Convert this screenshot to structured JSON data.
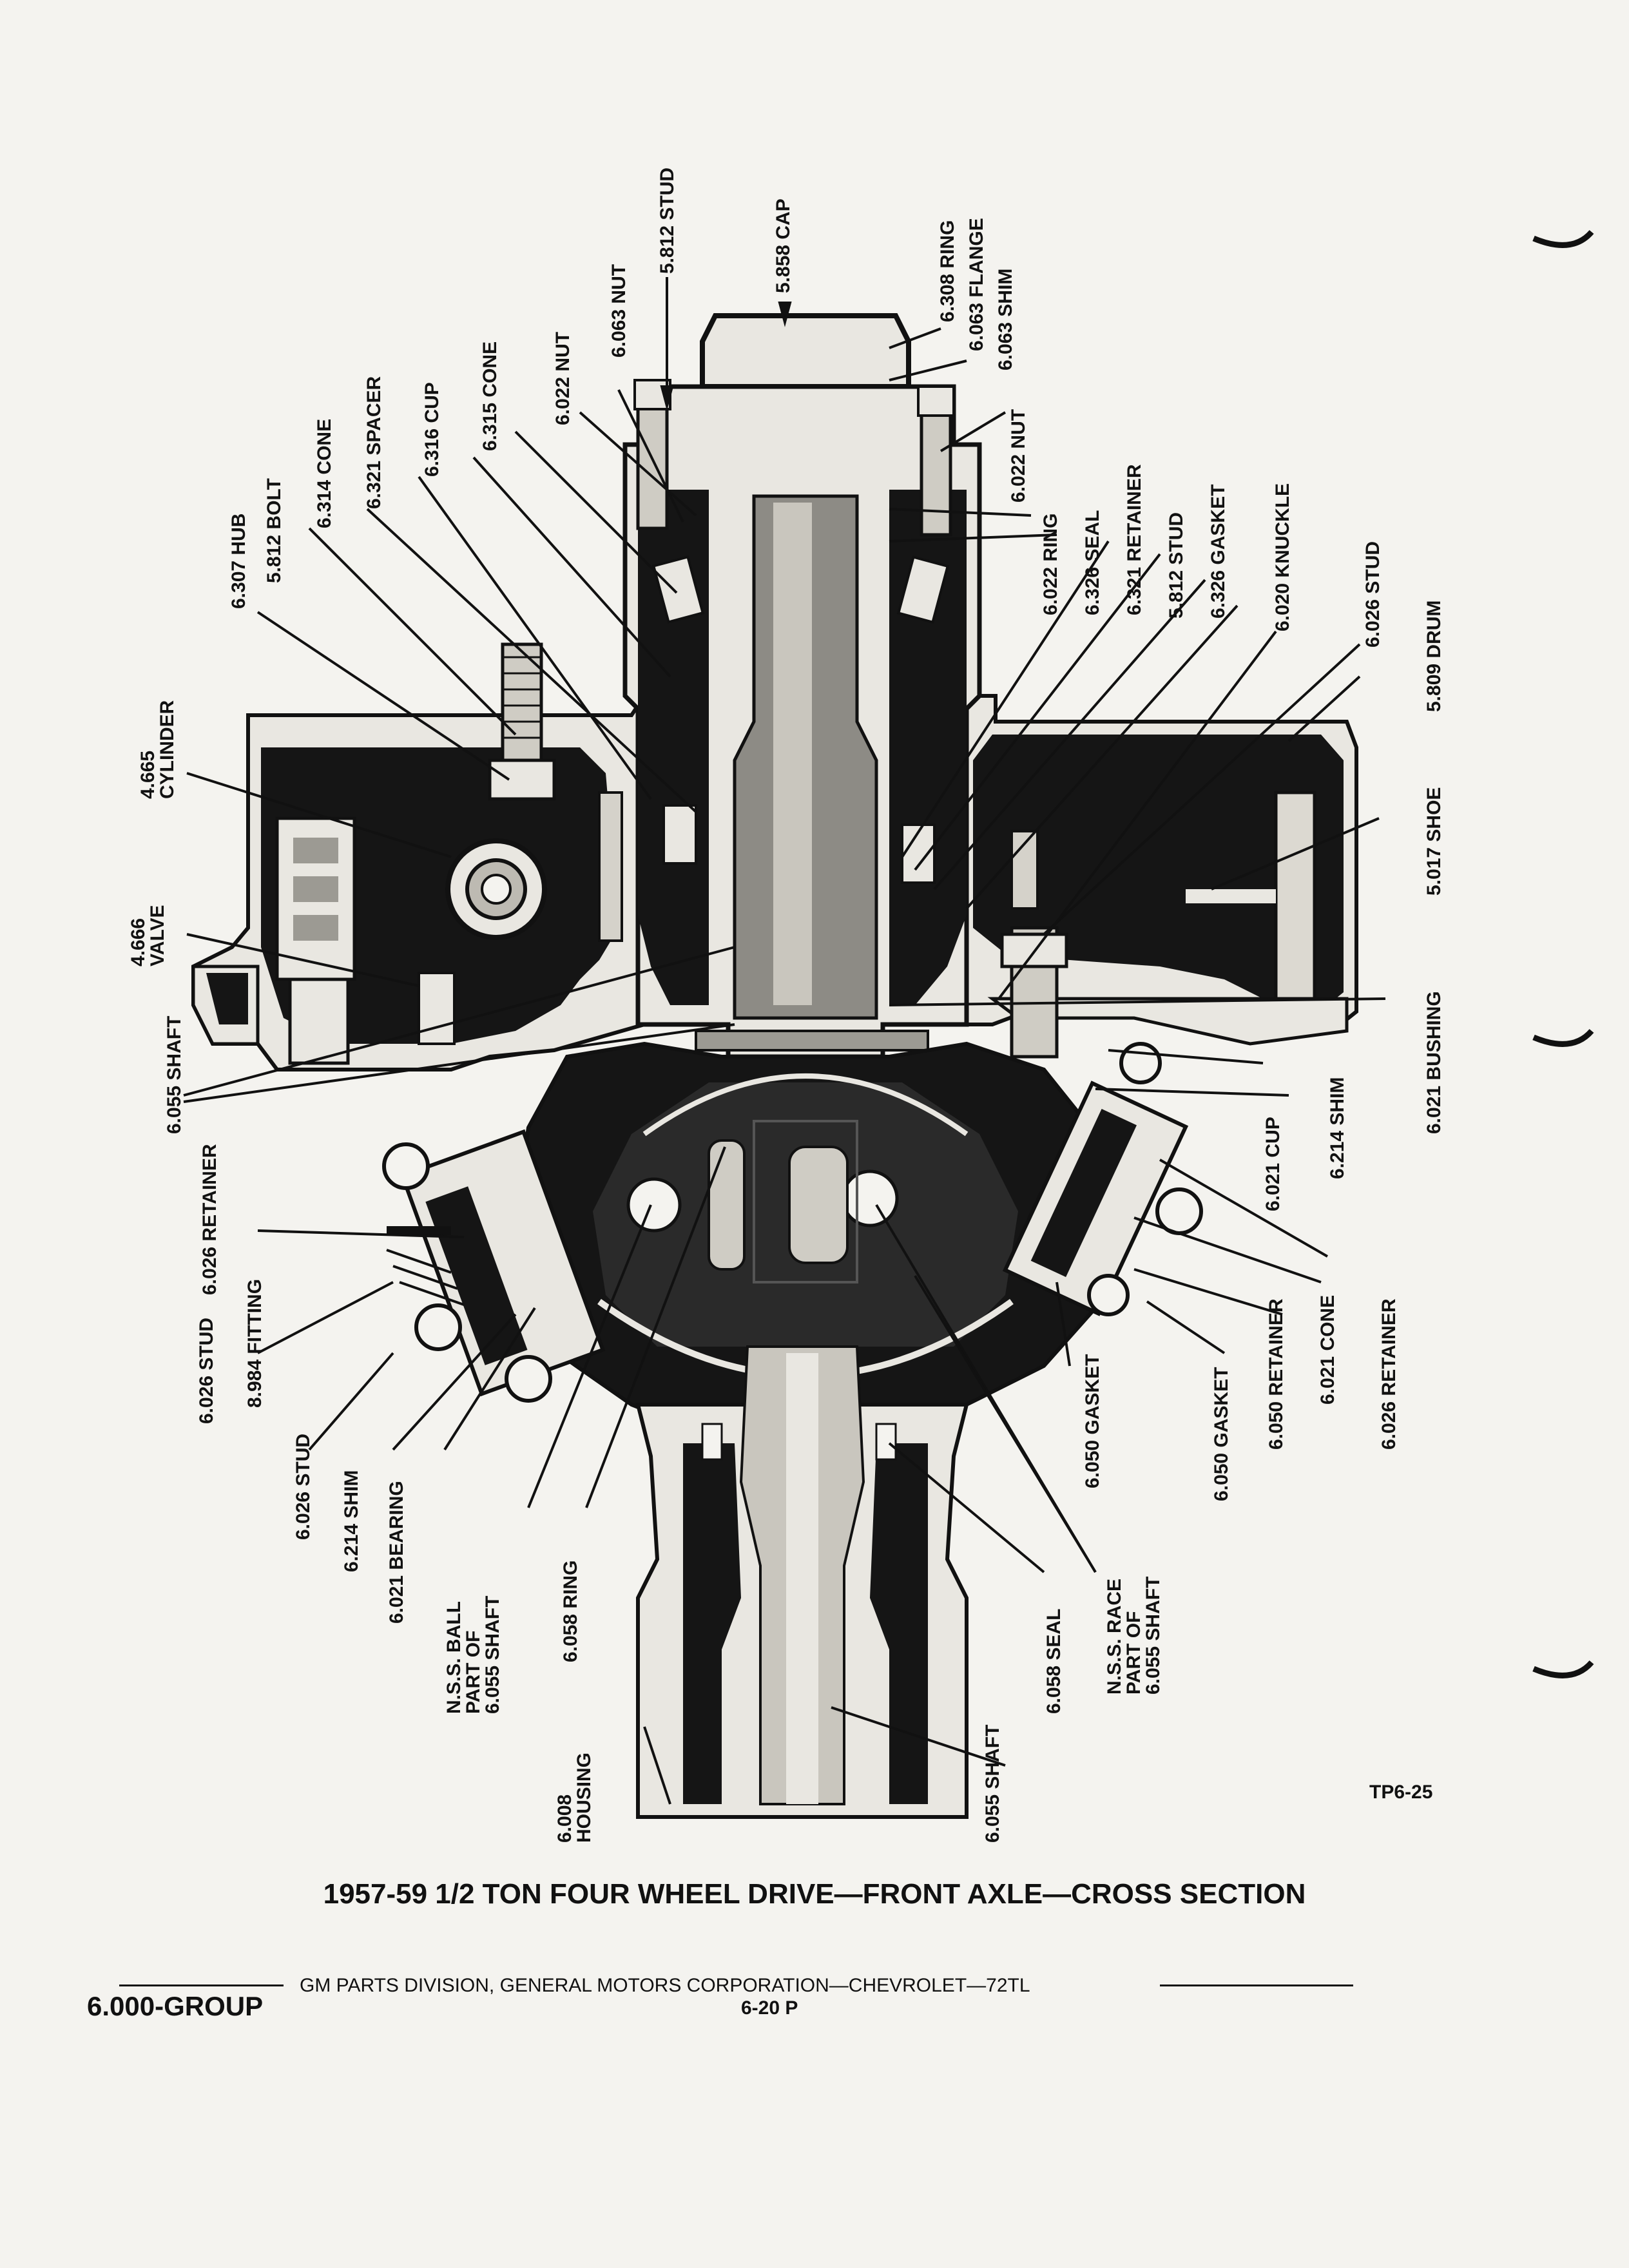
{
  "caption": "1957-59 1/2 TON FOUR WHEEL DRIVE—FRONT AXLE—CROSS SECTION",
  "figure_ref": "TP6-25",
  "footer": {
    "publisher": "GM PARTS DIVISION, GENERAL MOTORS CORPORATION—CHEVROLET—72TL",
    "group": "6.000-GROUP",
    "page": "6-20 P"
  },
  "labels": {
    "cap": "5.858 CAP",
    "stud_top": "5.812 STUD",
    "nut_top": "6.063 NUT",
    "nut_6022": "6.022 NUT",
    "cone_6315": "6.315 CONE",
    "cup_6316": "6.316 CUP",
    "spacer": "6.321 SPACER",
    "cone_6314": "6.314 CONE",
    "bolt": "5.812 BOLT",
    "hub": "6.307 HUB",
    "cylinder": [
      "4.665",
      "CYLINDER"
    ],
    "valve": [
      "4.666",
      "VALVE"
    ],
    "shaft_left": "6.055 SHAFT",
    "retainer_left": "6.026 RETAINER",
    "stud_left": "6.026 STUD",
    "fitting": "8.984 FITTING",
    "stud_6026_low": "6.026 STUD",
    "shim_6214_low": "6.214 SHIM",
    "bearing": "6.021 BEARING",
    "nss_ball": [
      "N.S.S. BALL",
      "PART OF",
      "6.055 SHAFT"
    ],
    "ring_6058": "6.058 RING",
    "housing": [
      "6.008",
      "HOUSING"
    ],
    "shaft_bottom": "6.055 SHAFT",
    "seal_6058": "6.058 SEAL",
    "nss_race": [
      "N.S.S. RACE",
      "PART OF",
      "6.055 SHAFT"
    ],
    "gasket_6050_a": "6.050 GASKET",
    "gasket_6050_b": "6.050 GASKET",
    "retainer_6050": "6.050 RETAINER",
    "cone_6021": "6.021 CONE",
    "retainer_6026_right": "6.026 RETAINER",
    "cup_6021": "6.021 CUP",
    "shim_6214": "6.214 SHIM",
    "bushing": "6.021 BUSHING",
    "shoe": "5.017 SHOE",
    "drum": "5.809 DRUM",
    "stud_6026_right": "6.026 STUD",
    "knuckle": "6.020 KNUCKLE",
    "gasket_6326": "6.326 GASKET",
    "stud_5812_right": "5.812 STUD",
    "retainer_6321": "6.321 RETAINER",
    "seal_6326": "6.326 SEAL",
    "ring_6022": "6.022 RING",
    "nut_6022_right": "6.022 NUT",
    "shim_6063": "6.063 SHIM",
    "flange_6063": "6.063 FLANGE",
    "ring_6308": "6.308 RING"
  }
}
